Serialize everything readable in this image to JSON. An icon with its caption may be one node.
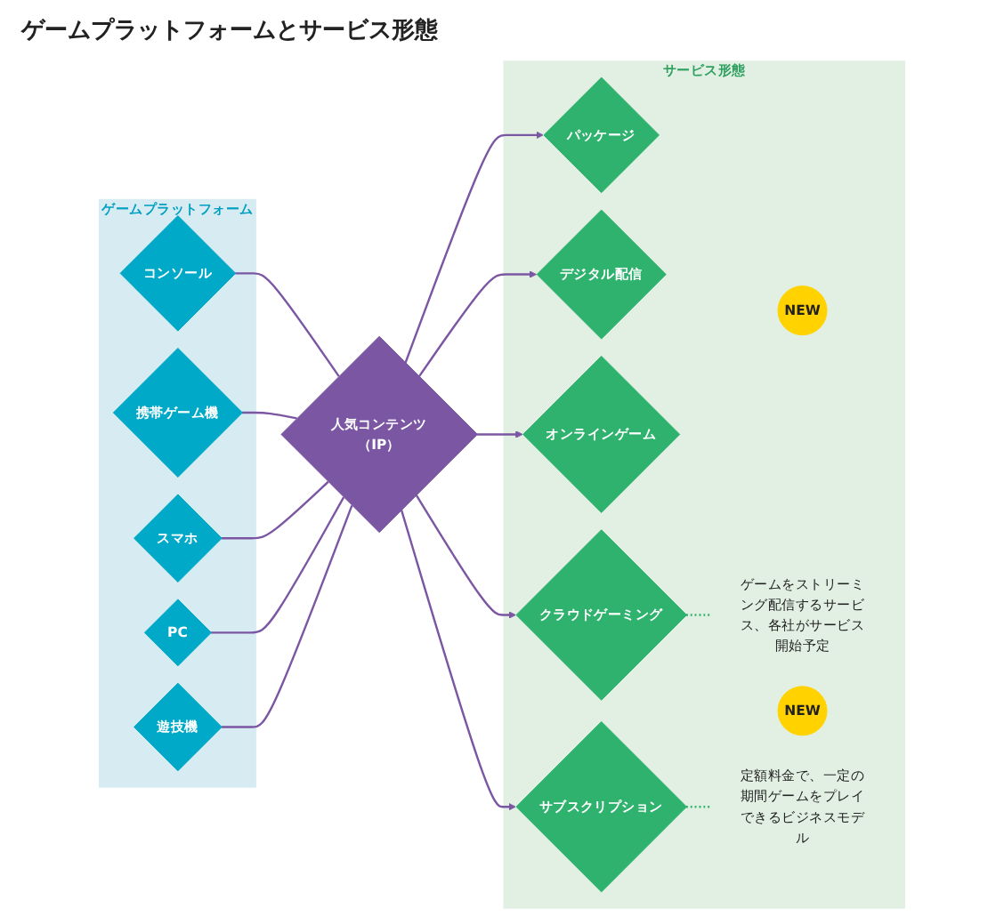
{
  "diagram": {
    "title": "ゲームプラットフォームとサービス形態",
    "nodes": [
      {
        "text": [
          "ゲームプラットフォーム"
        ]
      },
      {
        "text": [
          "コンソール"
        ],
        "in": 0
      },
      {
        "text": [
          "携帯ゲーム機"
        ],
        "in": 0
      },
      {
        "text": [
          "スマホ"
        ],
        "in": 0
      },
      {
        "text": [
          "PC"
        ],
        "in": 0
      },
      {
        "text": [
          "遊技機"
        ],
        "in": 0
      },
      {
        "text": [
          "人気コンテンツ（IP）"
        ]
      },
      {
        "text": [
          "サービス形態"
        ]
      },
      {
        "text": [
          "パッケージ"
        ],
        "in": 7
      },
      {
        "text": [
          "デジタル配信"
        ],
        "in": 7
      },
      {
        "text": [
          "オンラインゲーム"
        ],
        "in": 7
      },
      {
        "text": [
          "クラウドゲーミング"
        ],
        "in": 7
      },
      {
        "text": [
          "NEW"
        ],
        "in": 7
      },
      {
        "text": [
          "ゲームをストリーミング配信するサービス、各社がサービス開始予定"
        ],
        "in": 7
      },
      {
        "text": [
          "サブスクリプション"
        ],
        "in": 7
      },
      {
        "text": [
          "NEW"
        ],
        "in": 7
      },
      {
        "text": [
          "定額料金で、一定の期間ゲームをプレイできるビジネスモデル"
        ],
        "in": 7
      }
    ],
    "edges": [
      {
        "from": 1,
        "to": 6,
        "arrow": "none"
      },
      {
        "from": 2,
        "to": 6,
        "arrow": "none"
      },
      {
        "from": 3,
        "to": 6,
        "arrow": "none"
      },
      {
        "from": 4,
        "to": 6,
        "arrow": "none"
      },
      {
        "from": 5,
        "to": 6,
        "arrow": "none"
      },
      {
        "from": 6,
        "to": 8,
        "arrow": "to"
      },
      {
        "from": 6,
        "to": 9,
        "arrow": "to"
      },
      {
        "from": 6,
        "to": 10,
        "arrow": "to"
      },
      {
        "from": 6,
        "to": 11,
        "arrow": "to"
      },
      {
        "from": 6,
        "to": 14,
        "arrow": "to"
      },
      {
        "from": 11,
        "to": 13,
        "arrow": "none",
        "style": "dashed",
        "color": "#2fb26e"
      },
      {
        "from": 14,
        "to": 16,
        "arrow": "none",
        "style": "dashed",
        "color": "#2fb26e"
      }
    ]
  }
}
